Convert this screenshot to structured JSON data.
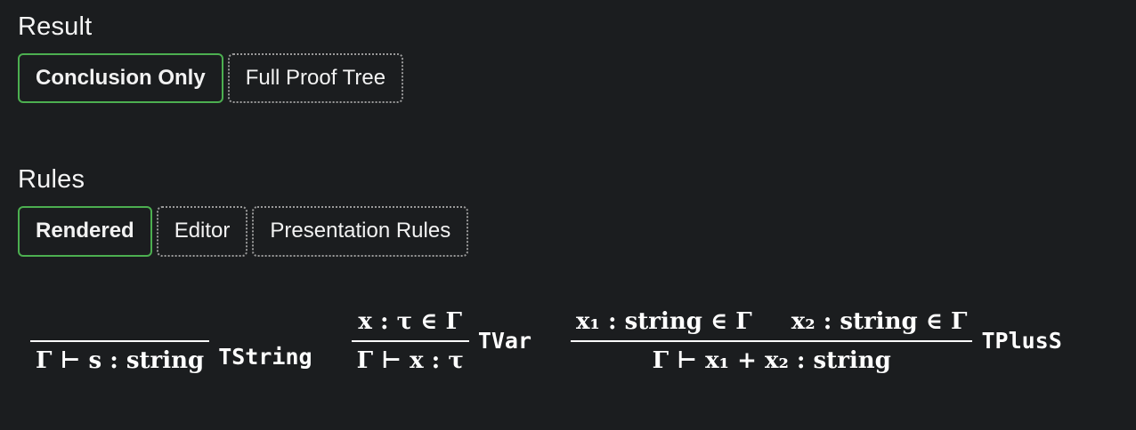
{
  "colors": {
    "background": "#1b1d1f",
    "accent_green": "#4caf50",
    "dotted_border": "#9a9a9a",
    "text": "#f2f2f2"
  },
  "result_section": {
    "title": "Result",
    "tabs": [
      {
        "label": "Conclusion Only",
        "selected": true
      },
      {
        "label": "Full Proof Tree",
        "selected": false
      }
    ]
  },
  "rules_section": {
    "title": "Rules",
    "tabs": [
      {
        "label": "Rendered",
        "selected": true
      },
      {
        "label": "Editor",
        "selected": false
      },
      {
        "label": "Presentation Rules",
        "selected": false
      }
    ]
  },
  "rules": [
    {
      "name": "TString",
      "premises": [],
      "conclusion": "Γ ⊢ s : string"
    },
    {
      "name": "TVar",
      "premises": [
        "x : τ ∈ Γ"
      ],
      "conclusion": "Γ ⊢ x : τ"
    },
    {
      "name": "TPlusS",
      "premises": [
        "x₁ : string ∈ Γ",
        "x₂ : string ∈ Γ"
      ],
      "conclusion": "Γ ⊢ x₁ + x₂ : string"
    }
  ]
}
